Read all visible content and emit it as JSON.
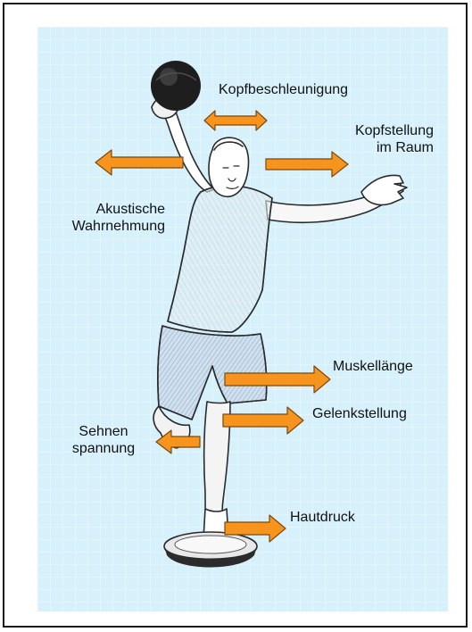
{
  "labels": {
    "kopfbeschleunigung": "Kopfbeschleunigung",
    "kopfstellung_1": "Kopfstellung",
    "kopfstellung_2": "im Raum",
    "akustische_1": "Akustische",
    "akustische_2": "Wahrnehmung",
    "muskellaenge": "Muskellänge",
    "gelenkstellung": "Gelenkstellung",
    "sehnen_1": "Sehnen",
    "sehnen_2": "spannung",
    "hautdruck": "Hautdruck"
  },
  "colors": {
    "background": "#d6f1fb",
    "arrow_fill": "#f7941d",
    "arrow_stroke": "#7a4a10",
    "frame": "#1a1a1a"
  },
  "icons": {
    "figure": "person-throwing-ball-icon",
    "ball": "ball-icon",
    "balance_board": "balance-board-icon"
  }
}
